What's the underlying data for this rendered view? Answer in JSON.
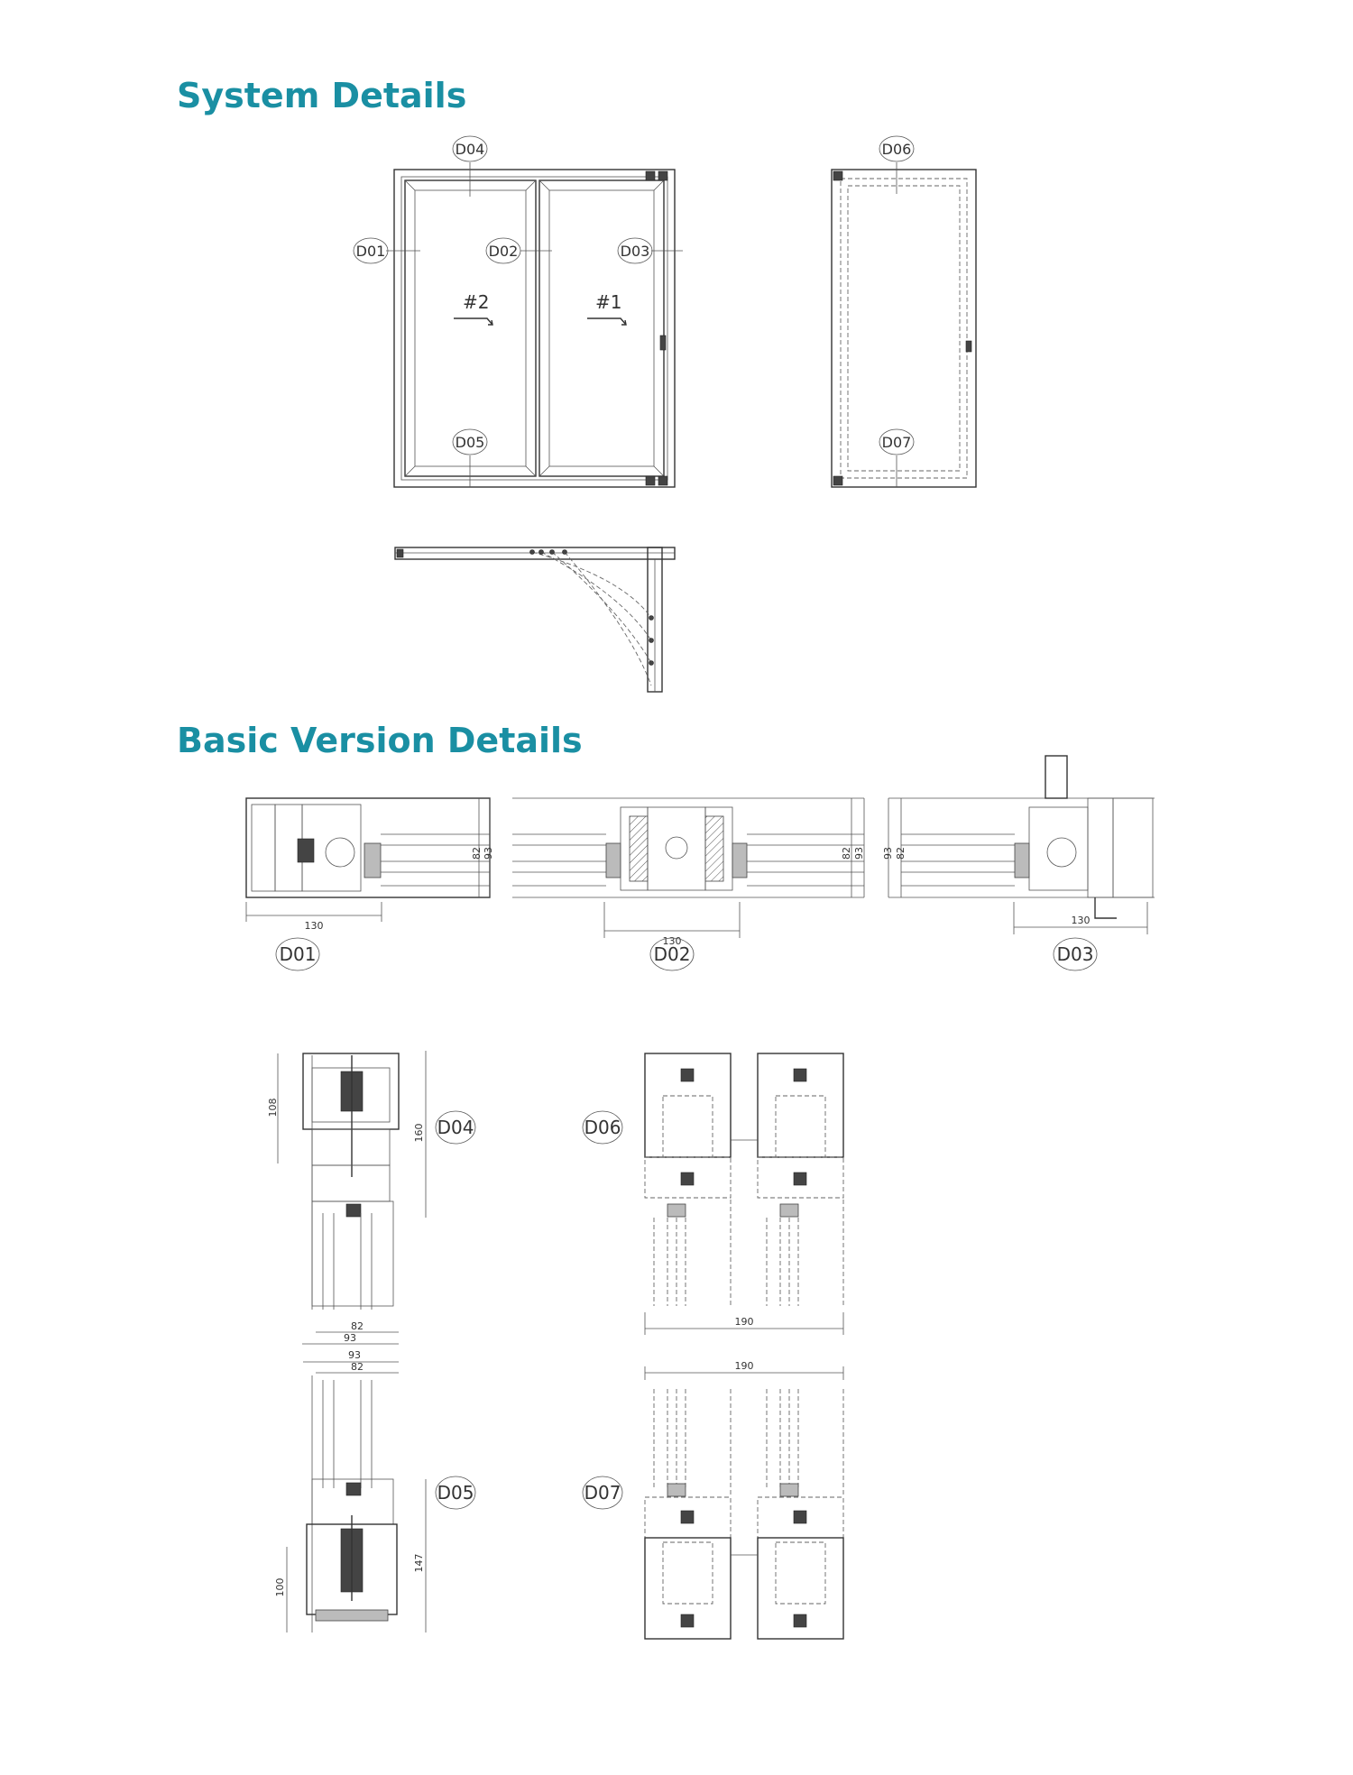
{
  "headings": {
    "system": "System Details",
    "basic": "Basic Version Details"
  },
  "colors": {
    "heading": "#1a8fa3",
    "line": "#333333"
  },
  "callouts": {
    "d01": "D01",
    "d02": "D02",
    "d03": "D03",
    "d04": "D04",
    "d05": "D05",
    "d06": "D06",
    "d07": "D07"
  },
  "sash_marks": {
    "left": "#2",
    "right": "#1"
  },
  "dimensions": {
    "d01_width": "130",
    "d01_h1": "82",
    "d01_h2": "93",
    "d02_width": "130",
    "d02_h1": "82",
    "d02_h2": "93",
    "d03_width": "130",
    "d03_h1": "93",
    "d03_h2": "82",
    "d04_h1": "108",
    "d04_h2": "160",
    "d04_w1": "82",
    "d04_w2": "93",
    "d05_w1": "93",
    "d05_w2": "82",
    "d05_h1": "147",
    "d05_h2": "100",
    "d06_width": "190",
    "d07_width": "190"
  }
}
